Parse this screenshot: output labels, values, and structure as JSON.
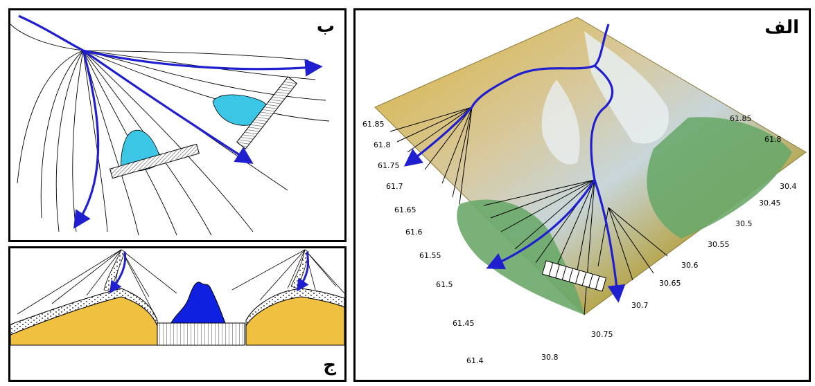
{
  "panels": {
    "a": {
      "label": "الف"
    },
    "b": {
      "label": "ب"
    },
    "c": {
      "label": "ج"
    }
  },
  "axis_a_left": [
    "61.85",
    "61.8",
    "61.75",
    "61.7",
    "61.65",
    "61.6",
    "61.55",
    "61.5",
    "61.45",
    "61.4"
  ],
  "axis_a_bottom": [
    "30.8",
    "30.75",
    "30.7",
    "30.65",
    "30.6",
    "30.55",
    "30.5",
    "30.45",
    "30.4"
  ],
  "axis_a_right": [
    "61.85",
    "61.8"
  ],
  "colors": {
    "flow_arrow": "#1f1fd0",
    "lake": "#3cc6e6",
    "dam_hatch": "#555555",
    "sediment_yellow": "#f0c040",
    "dem_green": "#6aa86a",
    "dem_yellow": "#d9b23a",
    "dem_white": "#e8eef0"
  },
  "icons": {
    "dam": "hatched-rectangle",
    "lake": "blue-blob",
    "flow": "blue-arrow"
  }
}
